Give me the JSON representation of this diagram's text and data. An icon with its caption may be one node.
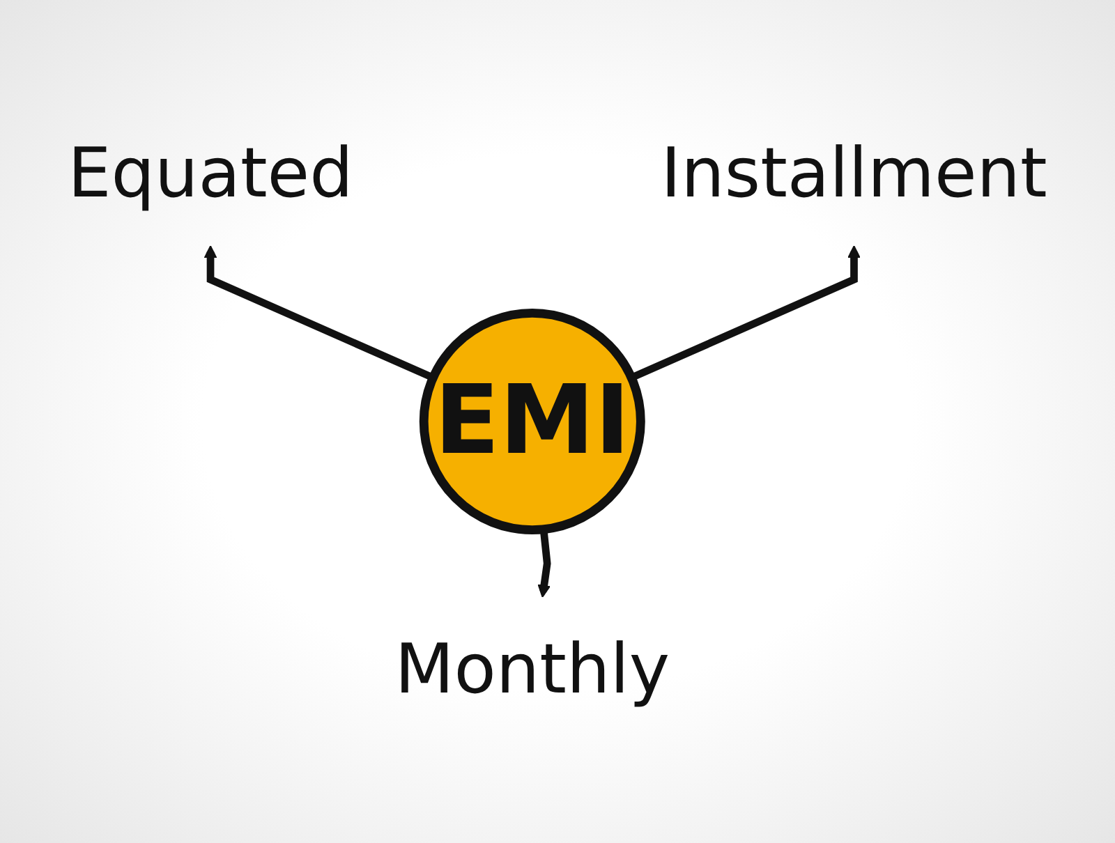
{
  "diagram": {
    "nodes": [
      {
        "text": [
          "Equated"
        ]
      },
      {
        "text": [
          "Installment"
        ]
      },
      {
        "text": [
          "EMI"
        ]
      },
      {
        "text": [
          "Monthly"
        ]
      }
    ],
    "edges": [
      {
        "from": 2,
        "to": 0,
        "arrow": "to"
      },
      {
        "from": 2,
        "to": 1,
        "arrow": "to"
      },
      {
        "from": 2,
        "to": 3,
        "arrow": "to"
      }
    ]
  }
}
